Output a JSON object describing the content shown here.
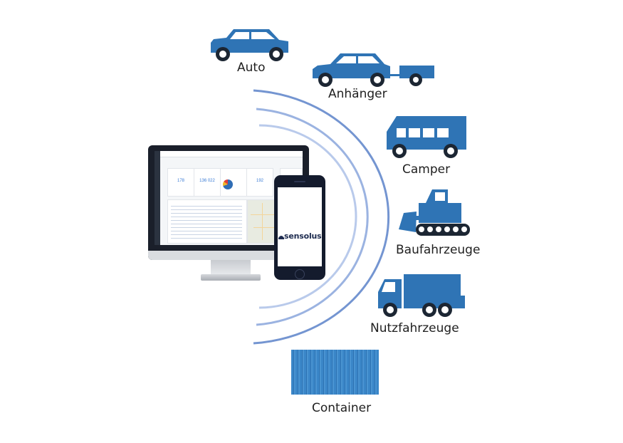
{
  "labels": {
    "auto": "Auto",
    "anhaenger": "Anhänger",
    "camper": "Camper",
    "baufahrzeuge": "Baufahrzeuge",
    "nutzfahrzeuge": "Nutzfahrzeuge",
    "container": "Container"
  },
  "phone": {
    "brand": "sensolus"
  },
  "dashboard": {
    "kpi_1": "178",
    "kpi_2": "136 022",
    "kpi_3": "192"
  },
  "colors": {
    "vehicle_blue": "#2f74b5",
    "wave_blue": "#6d8fcf",
    "screen_dark": "#1a1f2a"
  }
}
